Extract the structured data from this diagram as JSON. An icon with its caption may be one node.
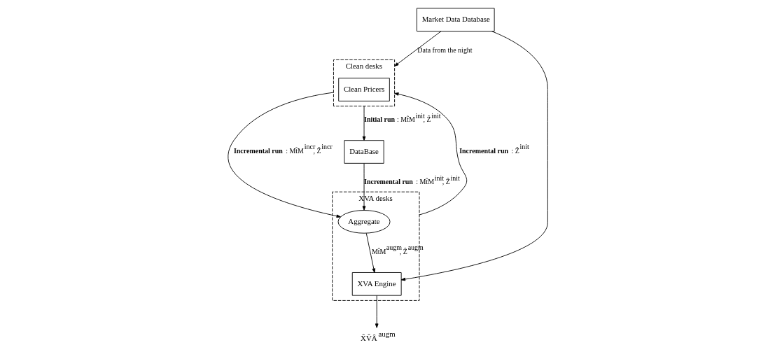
{
  "diagram": {
    "nodes": [
      {
        "text": [
          "Market Data Database"
        ]
      },
      {
        "text": [
          "Clean desks"
        ]
      },
      {
        "text": [
          "Clean Pricers"
        ],
        "in": 1
      },
      {
        "text": [
          "XVA desks"
        ]
      },
      {
        "text": [
          "DataBase"
        ]
      },
      {
        "text": [
          "Aggregate"
        ],
        "in": 3
      },
      {
        "text": [
          "XVA Engine"
        ],
        "in": 3
      },
      {
        "text": [
          "X̂V̂Â$^{augm}$"
        ]
      }
    ],
    "edges": [
      {
        "from": 0,
        "to": 1,
        "arrow": "to",
        "label": "Data from the night"
      },
      {
        "from": 0,
        "to": 6,
        "arrow": "to"
      },
      {
        "from": 1,
        "to": 4,
        "arrow": "to",
        "label": "**Initial run** : Mt̂M$^{init}$, Ẑ$^{init}$"
      },
      {
        "from": 1,
        "to": 5,
        "arrow": "to",
        "label": "**Incremental run** : Mt̂M$^{incr}$, Ẑ$^{incr}$"
      },
      {
        "from": 3,
        "to": 1,
        "arrow": "to",
        "label": "**Incremental run** : Ẑ$^{init}$"
      },
      {
        "from": 4,
        "to": 5,
        "arrow": "to",
        "label": "**Incremental run** : Mt̂M$^{init}$, Ẑ$^{init}$"
      },
      {
        "from": 5,
        "to": 6,
        "arrow": "to",
        "label": "Mt̂M$^{augm}$, Ẑ$^{augm}$"
      },
      {
        "from": 6,
        "to": 7,
        "arrow": "to"
      }
    ]
  }
}
